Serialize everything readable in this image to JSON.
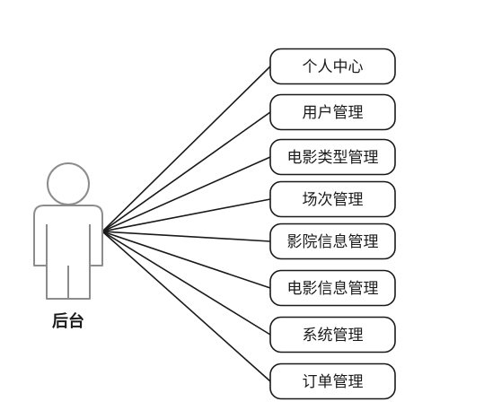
{
  "diagram": {
    "type": "use-case",
    "actor": {
      "label": "后台"
    },
    "use_cases": [
      "个人中心",
      "用户管理",
      "电影类型管理",
      "场次管理",
      "影院信息管理",
      "电影信息管理",
      "系统管理",
      "订单管理"
    ],
    "colors": {
      "stroke": "#1a1a1a",
      "actor_stroke": "#8c8c8c",
      "background": "#ffffff"
    }
  }
}
